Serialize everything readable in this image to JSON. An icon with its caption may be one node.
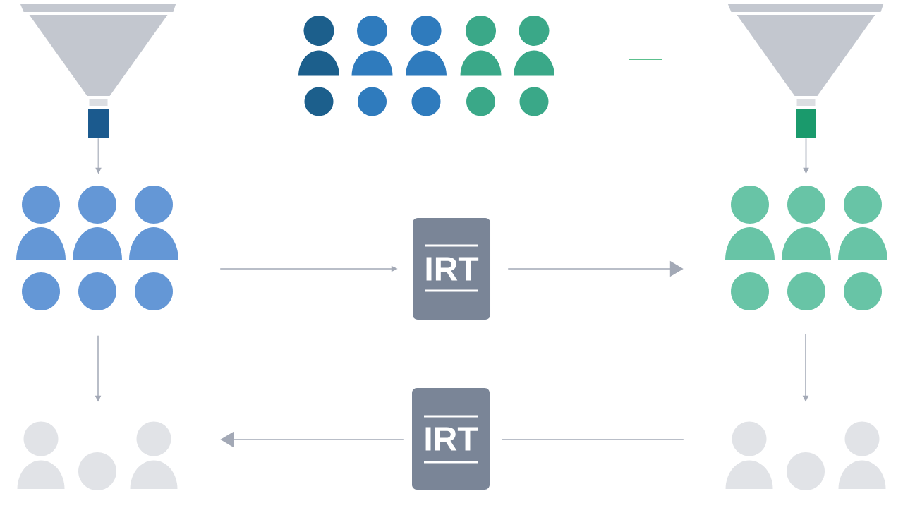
{
  "diagram": {
    "nodes": [
      {
        "text": [],
        "shape": "funnel"
      },
      {
        "text": [],
        "shape": "funnel"
      },
      {
        "text": [],
        "shape": "person"
      },
      {
        "text": [
          "IRT"
        ]
      },
      {
        "text": [],
        "shape": "person"
      },
      {
        "text": [],
        "shape": "person"
      },
      {
        "text": [
          "IRT"
        ]
      },
      {
        "text": [],
        "shape": "person"
      }
    ],
    "edges": [
      {
        "from": 0,
        "to": 2,
        "arrow": "to"
      },
      {
        "from": 2,
        "to": 3,
        "arrow": "to"
      },
      {
        "from": 3,
        "to": 4,
        "arrow": "to"
      },
      {
        "from": 1,
        "to": 4,
        "arrow": "to"
      },
      {
        "from": 2,
        "to": 5,
        "arrow": "to"
      },
      {
        "from": 4,
        "to": 7,
        "arrow": "to"
      },
      {
        "from": 7,
        "to": 6,
        "arrow": "none"
      },
      {
        "from": 6,
        "to": 5,
        "arrow": "to"
      }
    ]
  }
}
